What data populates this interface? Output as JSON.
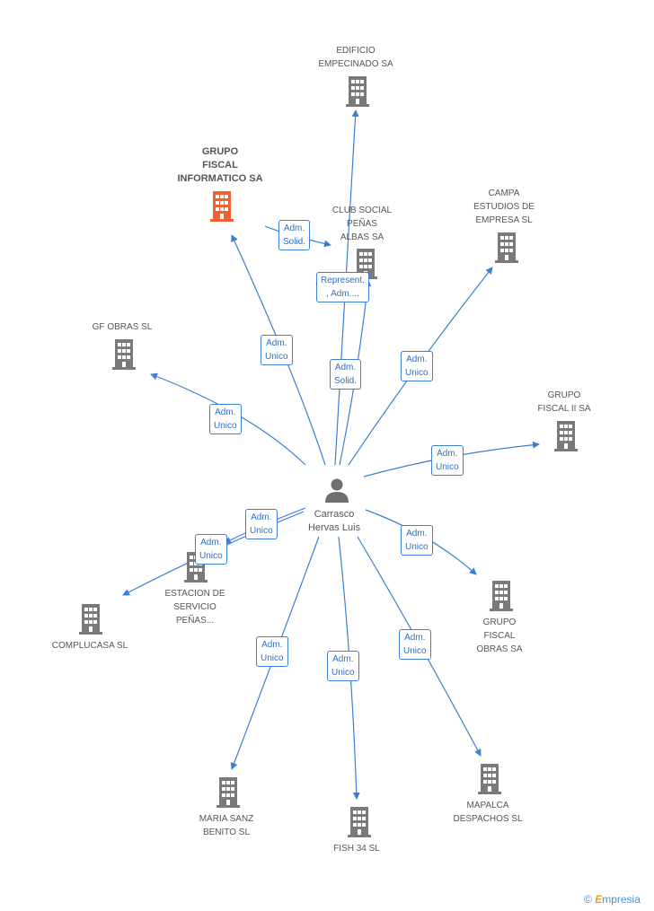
{
  "center": {
    "label": "Carrasco\nHervas Luis"
  },
  "nodes": [
    {
      "id": "edificio",
      "label": "EDIFICIO\nEMPECINADO SA",
      "color": "#7a7a7a"
    },
    {
      "id": "grupo-informatico",
      "label": "GRUPO\nFISCAL\nINFORMATICO SA",
      "color": "#f06030",
      "main": true
    },
    {
      "id": "club-social",
      "label": "CLUB SOCIAL\nPEÑAS\nALBAS SA",
      "color": "#7a7a7a"
    },
    {
      "id": "campa",
      "label": "CAMPA\nESTUDIOS DE\nEMPRESA SL",
      "color": "#7a7a7a"
    },
    {
      "id": "gf-obras",
      "label": "GF OBRAS  SL",
      "color": "#7a7a7a"
    },
    {
      "id": "grupo-fiscal-ii",
      "label": "GRUPO\nFISCAL II SA",
      "color": "#7a7a7a"
    },
    {
      "id": "estacion",
      "label": "ESTACION DE\nSERVICIO\nPEÑAS...",
      "color": "#7a7a7a"
    },
    {
      "id": "complucasa",
      "label": "COMPLUCASA SL",
      "color": "#7a7a7a"
    },
    {
      "id": "grupo-fiscal-obras",
      "label": "GRUPO\nFISCAL\nOBRAS SA",
      "color": "#7a7a7a"
    },
    {
      "id": "maria-sanz",
      "label": "MARIA SANZ\nBENITO SL",
      "color": "#7a7a7a"
    },
    {
      "id": "fish34",
      "label": "FISH 34 SL",
      "color": "#7a7a7a"
    },
    {
      "id": "mapalca",
      "label": "MAPALCA\nDESPACHOS SL",
      "color": "#7a7a7a"
    }
  ],
  "badges": [
    {
      "id": "b-informatico-club",
      "text": "Adm.\nSolid."
    },
    {
      "id": "b-edificio",
      "text": "Represent.\n, Adm...."
    },
    {
      "id": "b-informatico",
      "text": "Adm.\nUnico"
    },
    {
      "id": "b-club",
      "text": "Adm.\nSolid."
    },
    {
      "id": "b-campa",
      "text": "Adm.\nUnico"
    },
    {
      "id": "b-gf-obras",
      "text": "Adm.\nUnico"
    },
    {
      "id": "b-grupo-ii",
      "text": "Adm.\nUnico"
    },
    {
      "id": "b-estacion",
      "text": "Adm.\nUnico"
    },
    {
      "id": "b-complucasa",
      "text": "Adm.\nUnico"
    },
    {
      "id": "b-grupo-obras",
      "text": "Adm.\nUnico"
    },
    {
      "id": "b-maria",
      "text": "Adm.\nUnico"
    },
    {
      "id": "b-fish",
      "text": "Adm.\nUnico"
    },
    {
      "id": "b-mapalca",
      "text": "Adm.\nUnico"
    }
  ],
  "colors": {
    "edge": "#3a7fd5",
    "building": "#7a7a7a",
    "highlight": "#f06030",
    "person": "#6e6e6e"
  },
  "footer": {
    "copyright": "©",
    "brand_initial": "E",
    "brand_rest": "mpresia"
  }
}
